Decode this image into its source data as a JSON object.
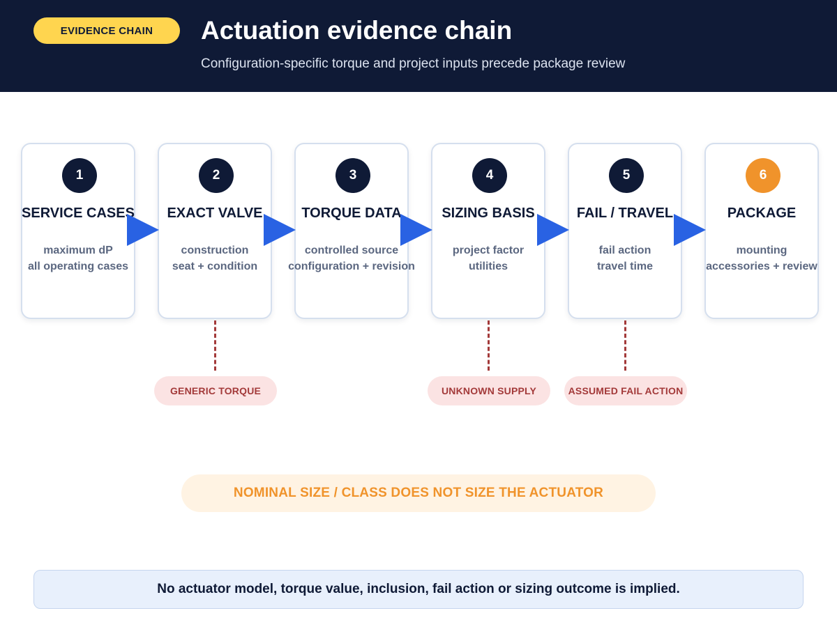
{
  "header": {
    "tag": "EVIDENCE CHAIN",
    "title": "Actuation evidence chain",
    "subtitle": "Configuration-specific torque and project inputs precede package review"
  },
  "steps": [
    {
      "number": "1",
      "title": "SERVICE CASES",
      "line1": "maximum dP",
      "line2": "all operating cases"
    },
    {
      "number": "2",
      "title": "EXACT VALVE",
      "line1": "construction",
      "line2": "seat + condition"
    },
    {
      "number": "3",
      "title": "TORQUE DATA",
      "line1": "controlled source",
      "line2": "configuration + revision"
    },
    {
      "number": "4",
      "title": "SIZING BASIS",
      "line1": "project factor",
      "line2": "utilities"
    },
    {
      "number": "5",
      "title": "FAIL / TRAVEL",
      "line1": "fail action",
      "line2": "travel time"
    },
    {
      "number": "6",
      "title": "PACKAGE",
      "line1": "mounting",
      "line2": "accessories + review"
    }
  ],
  "risks": [
    {
      "attached_to_step": "2",
      "label": "GENERIC TORQUE"
    },
    {
      "attached_to_step": "4",
      "label": "UNKNOWN SUPPLY"
    },
    {
      "attached_to_step": "5",
      "label": "ASSUMED FAIL ACTION"
    }
  ],
  "warning": "NOMINAL SIZE / CLASS DOES NOT SIZE THE ACTUATOR",
  "footer_note": "No actuator model, torque value, inclusion, fail action or sizing outcome is implied.",
  "colors": {
    "header_bg": "#0f1a36",
    "tag_bg": "#ffd54f",
    "arrow": "#2962e3",
    "final_step_accent": "#f0932b",
    "risk_text": "#a33a3a",
    "risk_bg": "#fbe3e3",
    "warning_bg": "#fff3e3",
    "note_bg": "#e8f0fc"
  }
}
